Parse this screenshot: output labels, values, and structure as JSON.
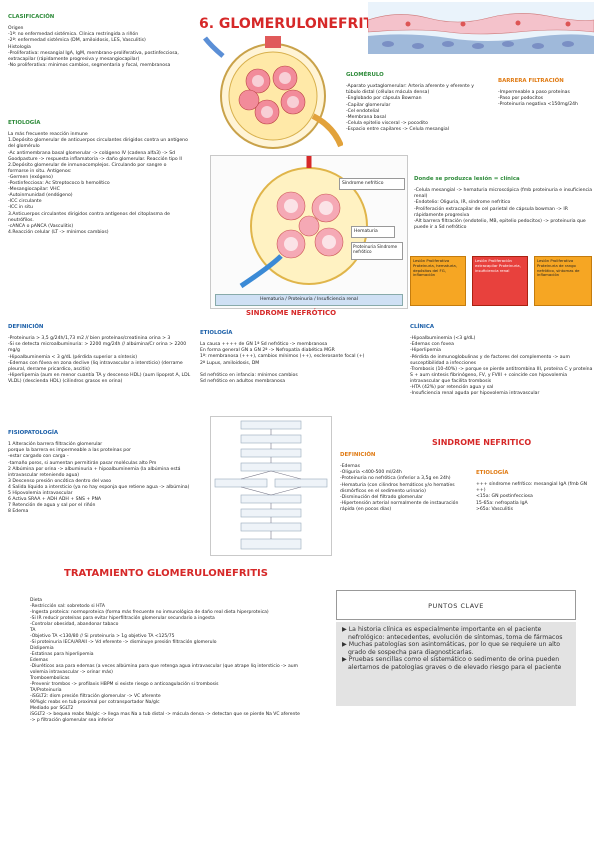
{
  "colors": {
    "green": "#2e8b3a",
    "red": "#d62828",
    "orange": "#e07a12",
    "blue": "#1b5fa8",
    "pink": "#f2a6b3",
    "yellow": "#f5d34a"
  },
  "clasificacion": {
    "title": "CLASIFICACIÓN",
    "body": "Origen\n-1ª: no enfermedad sistémica. Clínica restringida a riñón\n-2ª: enfermedad sistémica (DM, amiloidosis, LES, Vasculitis)\nHistología\n-Proliferativa: mesangial IgA, IgM, membrano-proliferativa, postinfecciosa, extracapilar (rápidamente progresiva y mesangiocapilar)\n-No proliferativa: mínimos cambios, segmentaria y focal, membranosa"
  },
  "main_title": "6. GLOMERULONEFRITIS",
  "etiologia": {
    "title": "ETIOLOGÍA",
    "body": "La más frecuente reacción inmune\n1.Depósito glomerular de anticuerpos circulantes dirigidos contra un antígeno del glomérulo\n      -Ac antimembrana basal glomerular -> colágeno IV (cadena alfa3) -> Sd Goodpasture -> respuesta inflamatoria -> daño glomerular. Reacción tipo II\n2.Depósito glomerular de inmunocomplejos. Circulando por sangre o formarse in situ. Antígenos:\n      -Germen (exógeno)\n            -Postinfecciosa: Ac Streptococo b hemolítico\n            -Mesangiocapilar: VHC\n      -Autoinmunidad (endógeno)\n            -ICC circulante\n            -ICC in situ\n3.Anticuerpos circulantes dirigidos contra antígenos del citoplasma de neutrófilos.\n      -cANCA o pANCA (Vasculitis)\n4.Reacción celular (LT -> mínimos cambios)"
  },
  "glomerulo": {
    "title": "GLOMÉRULO",
    "body": "-Aparato yuxtaglomerular: Arteria aferente y eferente y túbulo distal (células mácula densa)\n-Englobado por cápsula Bowman\n-Capilar glomerular\n      -Cel endotelial\n      -Membrana basal\n      -Celula epitelio visceral -> pocodito\n-Espacio entre capilares -> Celula mesangial"
  },
  "barrera": {
    "title": "BARRERA FILTRACIÓN",
    "body": "-Impermeable a paso proteínas\n-Paso por podocitos\n-Proteinuria negativa <150mg/24h"
  },
  "lesion": {
    "title": "Donde se produzca lesión = clínica",
    "body": "      -Celula mesangial -> hematuria microscópica (fmb proteinuria e insuficiencia renal)\n            -Endotelio: Oliguria, IR, síndrome nefrítico\n            -Proliferación extracapilar de cel parietal de cápsula bowman -> IR rápidamente progresiva\n            -Alt barrera filtración (endotelio, MB, epitelio pedocitos) -> proteinuria que puede ir a Sd nefrótico"
  },
  "diagram": {
    "labels": {
      "sd_nefritico": "Síndrome nefrítico",
      "hematuria": "Hematuria",
      "proteinuria": "Proteinuria Síndrome nefrótico",
      "caption": "Hematuria / Proteinuria / Insuficiencia renal"
    },
    "side_boxes": [
      "Lesión Proliferativa Proteinuria, hematuria, depósitos del FG, inflamación",
      "Lesión Proliferación extracapilar Proteinuria, insuficiencia renal",
      "Lesión Proliferativa Proteinuria de rango nefrótico, síntomas de inflamación"
    ]
  },
  "sd_nefrotico_title": "SINDROME NEFRÓTICO",
  "definicion_nefrotico": {
    "title": "DEFINICIÓN",
    "body": "-Proteinuria > 3,5 g/24h/1,73 m2 // bien proteínas/creatinina orina > 3\n-Si se detecta microalbuminuria: > 2200 mg/24h // albúmina/Cr orina > 2200 mg/g\n-Hipoalbuminemia < 3 g/dL (pérdida superior a síntesis)\n-Edemas con fóvea en zona declive (liq intravascular a intersticio) (derrame pleural, derrame pricardico, ascitis)\n-Hiperlipemia (aum en menor cuantía TA y descenso HDL) (aum lipoprot A, LDL VLDL) (descienda HDL) (cilindros grasos en orina)"
  },
  "etiologia_nefrotico": {
    "title": "ETIOLOGÍA",
    "body": "La causa ++++ de GN 1ª Sd nefrótico -> membranosa\nEn forma general GN a GN 2ª -> Nefropatía diabética MGR\n1ª: membranosa (+++), cambios mínimos (++), esclerosante focal (+)\n2ª Lupus, amiloidosis, DM\n\nSd nefrótico en infancia: mínimos cambios\nSd nefrótico en adultos membranosa"
  },
  "clinica_nefrotico": {
    "title": "CLÍNICA",
    "body": "-Hipoalbuminemia (<3 g/dL)\n-Edemas con fovea\n-Hiperlipemia\n-Pérdida de inmunoglobulinas y de factores del complemento -> aum susceptibilidad a infecciones\n-Trombosis (10-40%) -> porque se pierde antitrombina III, proteína C y proteína S + aum síntesis fibrinógeno, FV, y FVIII + coincide con hipovolemia intravascular que facilita trombosis\n-HTA (42%) por retención agua y sal\n-Insuficiencia renal aguda por hipovolemia intravascular"
  },
  "fisiopatologia": {
    "title": "FISIOPATOLOGÍA",
    "body": "1 Alteración barrera filtración glomerular\n      porque la barrera es impermeable a las proteínas por\n            -estar cargado con carga -\n            -tamaño poros, si aumentan permitirán pasar moléculas alto Pm\n2 Albúmina por orina -> albuminuria + hipoalbuminemia (la albúmina está intravascular reteniendo agua)\n3 Descenso presión oncótica dentro del vaso\n4 Salida líquido a intersticio (ya no hay esponja que retiene agua -> albúmina)\n5 Hipovolemia intravascular\n6 Activa SRAA + ADH ADH + SNS + PNA\n7 Retención de agua y sal por el riñón\n8 Edema"
  },
  "definicion_nefritico": {
    "title": "DEFINICIÓN",
    "body": "-Edemas\n-Oliguria <400-500 ml/24h\n-Proteinuria no nefrótica (inferior a 3,5g en 24h)\n-Hematuria (con cilindros hemáticos y/o hematíes dismórficos en el sedimento urinario)\n-Disminución del filtrado glomerular\n-Hipertensión arterial normalmente de instauración rápida (en pocos días)"
  },
  "sd_nefritico_title": "SINDROME NEFRITICO",
  "etiologia_nefritico": {
    "title": "ETIOLOGÍA",
    "body": "+++ síndrome nefrítico: mesangial IgA (fmb GN ++)\n<15a: GN postinfecciosa\n15-65a: nefropatía IgA\n>65a: Vasculitis"
  },
  "tratamiento_title": "TRATAMIENTO GLOMERULONEFRITIS",
  "tratamiento": {
    "body": "Dieta\n-Restricción sal: sobretodo si HTA\n-Ingesta proteica: normoproteica (forma más frecuente no inmunológica de daño real dieta hiperproteica)\n      -Si IR reducir proteínas para evitar hiperfiltración glomerular secundario a ingesta\n-Controlar obesidad, abandonar tabaco\nTA\n-Objetivo TA <130/80 // Si proteinuria > 1g objetivo TA <125/75\n-Si proteinuria IECA/ARAII -> Vd eferente -> disminuye presión filtración glomerulo\nDislipemia\n-Estatinas para hiperlipemia\nEdemas\n-Diuréticos asa para edemas (a veces albúmina para que retenga agua intravascular (que atrape líq intersticio -> aum volemia intravascular -> orinar más)\nTromboembolicas\n-Prevenir trombos -> profilaxis HBPM si existe riesgo o anticoagulación si trombosis\nTA/Proteinuria\n-iSGLT2: dism presión filtración glomerular -> VC aferente\n      90%glc reabs en tub proximal por cotransportador Na/glc\n            Mediado por SGLT2\n      iSGLT2 -> bequea reabs Na/glc -> llega mas Na a tub distal -> mácula densa -> detectan que se pierde Na VC aferente -> p filtración glomerular sea inferior"
  },
  "puntos_clave": {
    "title": "PUNTOS CLAVE",
    "items": [
      "La historia clínica es especialmente importante en el paciente nefrológico: antecedentes, evolución de síntomas, toma de fármacos",
      "Muchas patologías son asintomáticas, por lo que se requiere un alto grado de sospecha para diagnosticarlas.",
      "Pruebas sencillas como el sistemático o sedimento de orina pueden alertarnos de patologías graves o de elevado riesgo para el paciente"
    ]
  }
}
